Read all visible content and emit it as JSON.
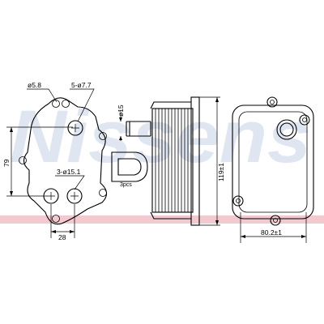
{
  "watermark": {
    "brand": "Nissens",
    "registered_mark": "®"
  },
  "colors": {
    "watermark": "#dfe6f1",
    "stripe": "#f2c9cf",
    "line": "#000000"
  },
  "flange_view": {
    "dim_hole_small": "ø5.8",
    "dim_holes_large": "5-ø7.7",
    "dim_holes_ports": "3-ø15.1",
    "dim_height": "79",
    "dim_width": "28"
  },
  "gasket": {
    "letter": "D",
    "quantity": "3pcs"
  },
  "side_view": {
    "dim_pipe": "ø15",
    "dim_height": "119±1"
  },
  "front_view": {
    "dim_width": "80.2±1"
  }
}
